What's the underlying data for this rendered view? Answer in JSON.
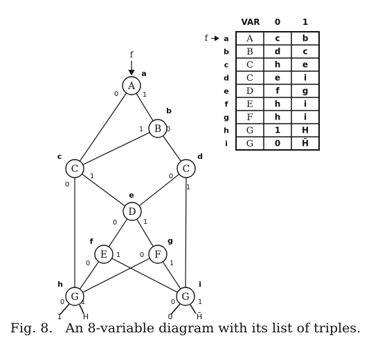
{
  "caption": {
    "fig_number": "Fig. 8.",
    "text": "An 8-variable diagram with its list of triples."
  },
  "diagram": {
    "entry_label": "f",
    "nodes": [
      {
        "id": "a",
        "var": "A",
        "tag": "a"
      },
      {
        "id": "b",
        "var": "B",
        "tag": "b"
      },
      {
        "id": "c",
        "var": "C",
        "tag": "c"
      },
      {
        "id": "d",
        "var": "C",
        "tag": "d"
      },
      {
        "id": "e",
        "var": "D",
        "tag": "e"
      },
      {
        "id": "f",
        "var": "E",
        "tag": "f"
      },
      {
        "id": "g",
        "var": "F",
        "tag": "g"
      },
      {
        "id": "h",
        "var": "G",
        "tag": "h"
      },
      {
        "id": "i",
        "var": "G",
        "tag": "i"
      }
    ],
    "edges": [
      {
        "from": "a",
        "to": "c",
        "label": "0"
      },
      {
        "from": "a",
        "to": "b",
        "label": "1"
      },
      {
        "from": "b",
        "to": "c",
        "label": "1"
      },
      {
        "from": "b",
        "to": "d",
        "label": "0"
      },
      {
        "from": "c",
        "to": "h",
        "label": "0"
      },
      {
        "from": "c",
        "to": "e",
        "label": "1"
      },
      {
        "from": "d",
        "to": "e",
        "label": "0"
      },
      {
        "from": "d",
        "to": "i",
        "label": "1"
      },
      {
        "from": "e",
        "to": "f",
        "label": "0"
      },
      {
        "from": "e",
        "to": "g",
        "label": "1"
      },
      {
        "from": "f",
        "to": "h",
        "label": "0"
      },
      {
        "from": "f",
        "to": "i",
        "label": "1"
      },
      {
        "from": "g",
        "to": "h",
        "label": "0"
      },
      {
        "from": "g",
        "to": "i",
        "label": "1"
      }
    ],
    "terminals": [
      {
        "node": "h",
        "branch": "0",
        "value": "1"
      },
      {
        "node": "h",
        "branch": "1",
        "value": "H"
      },
      {
        "node": "i",
        "branch": "0",
        "value": "0"
      },
      {
        "node": "i",
        "branch": "1",
        "value": "H̄"
      }
    ]
  },
  "table": {
    "headers": [
      "VAR",
      "0",
      "1"
    ],
    "entry_label": "f",
    "rows": [
      {
        "label": "a",
        "var": "A",
        "zero": "c",
        "one": "b"
      },
      {
        "label": "b",
        "var": "B",
        "zero": "d",
        "one": "c"
      },
      {
        "label": "c",
        "var": "C",
        "zero": "h",
        "one": "e"
      },
      {
        "label": "d",
        "var": "C",
        "zero": "e",
        "one": "i"
      },
      {
        "label": "e",
        "var": "D",
        "zero": "f",
        "one": "g"
      },
      {
        "label": "f",
        "var": "E",
        "zero": "h",
        "one": "i"
      },
      {
        "label": "g",
        "var": "F",
        "zero": "h",
        "one": "i"
      },
      {
        "label": "h",
        "var": "G",
        "zero": "1",
        "one": "H"
      },
      {
        "label": "i",
        "var": "G",
        "zero": "0",
        "one": "H̄"
      }
    ]
  }
}
